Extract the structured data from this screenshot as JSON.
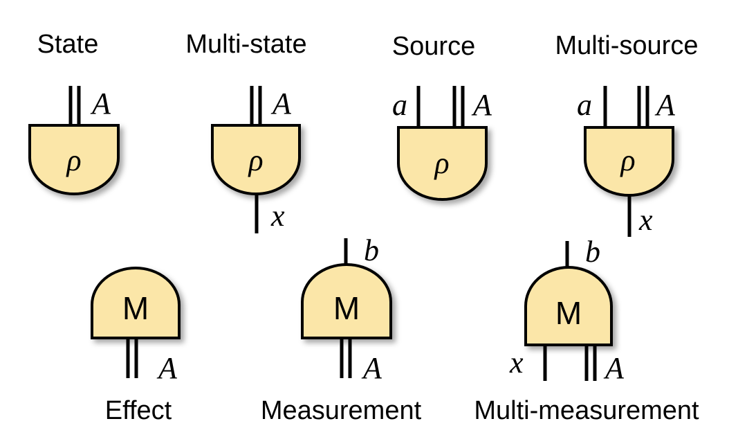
{
  "labels": {
    "state": "State",
    "multi_state": "Multi-state",
    "source": "Source",
    "multi_source": "Multi-source",
    "effect": "Effect",
    "measurement": "Measurement",
    "multi_measurement": "Multi-measurement"
  },
  "symbols": {
    "rho": "ρ",
    "m": "M",
    "A": "A",
    "a": "a",
    "x": "x",
    "b": "b"
  },
  "colors": {
    "box_fill": "#fbe6a8",
    "outline": "#000000"
  }
}
